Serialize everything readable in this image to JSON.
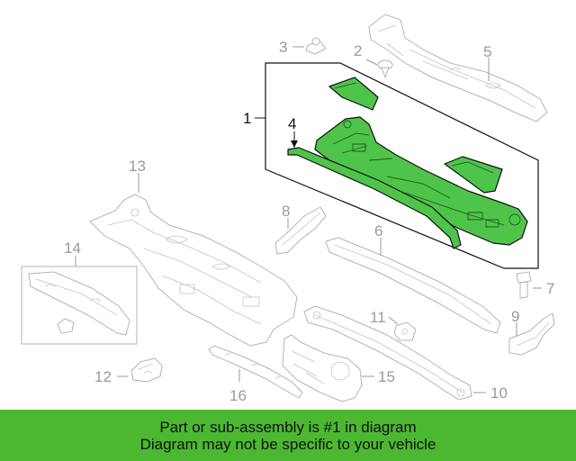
{
  "callouts": {
    "c1": "1",
    "c2": "2",
    "c3": "3",
    "c4": "4",
    "c5": "5",
    "c6": "6",
    "c7": "7",
    "c8": "8",
    "c9": "9",
    "c10": "10",
    "c11": "11",
    "c12": "12",
    "c13": "13",
    "c14": "14",
    "c15": "15",
    "c16": "16"
  },
  "highlight": {
    "part_number": "1",
    "color": "#4cb832",
    "part_fill": "#4fc44a"
  },
  "banner": {
    "line1": "Part or sub-assembly is #1 in diagram",
    "line2": "Diagram may not be specific to your vehicle"
  }
}
